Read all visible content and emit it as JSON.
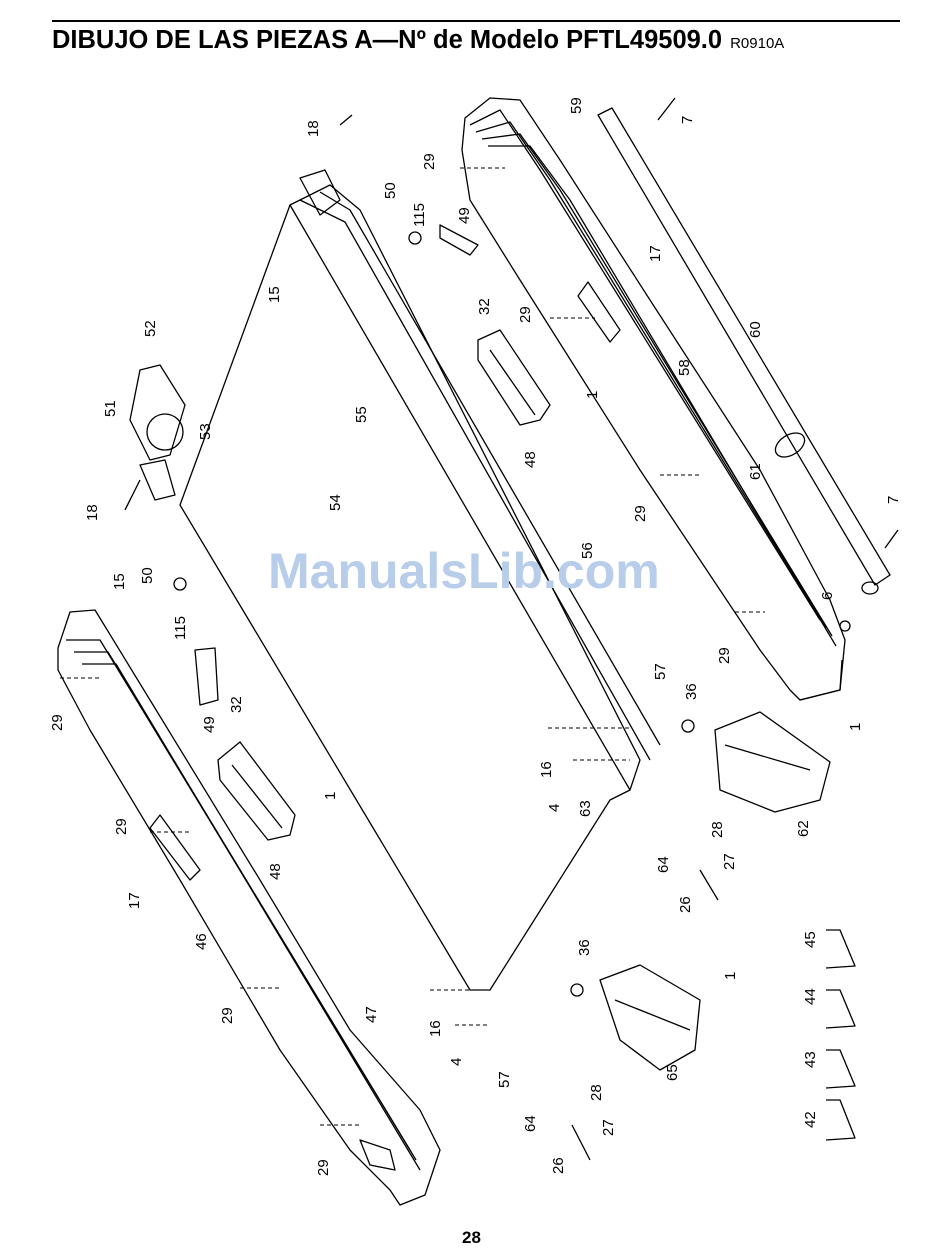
{
  "header": {
    "title": "DIBUJO DE LAS PIEZAS A—Nº de Modelo PFTL49509.0",
    "code": "R0910A"
  },
  "watermark": "ManualsLib.com",
  "page_number": "28",
  "part_labels": {
    "p1a": "1",
    "p1b": "1",
    "p1c": "1",
    "p1d": "1",
    "p4a": "4",
    "p4b": "4",
    "p6": "6",
    "p7a": "7",
    "p7b": "7",
    "p15a": "15",
    "p15b": "15",
    "p16a": "16",
    "p16b": "16",
    "p17a": "17",
    "p17b": "17",
    "p18a": "18",
    "p18b": "18",
    "p26a": "26",
    "p26b": "26",
    "p27a": "27",
    "p27b": "27",
    "p28a": "28",
    "p28b": "28",
    "p29a": "29",
    "p29b": "29",
    "p29c": "29",
    "p29d": "29",
    "p29e": "29",
    "p29f": "29",
    "p29g": "29",
    "p32a": "32",
    "p32b": "32",
    "p36a": "36",
    "p36b": "36",
    "p42": "42",
    "p43": "43",
    "p44": "44",
    "p45": "45",
    "p46": "46",
    "p47": "47",
    "p48a": "48",
    "p48b": "48",
    "p49a": "49",
    "p49b": "49",
    "p50a": "50",
    "p50b": "50",
    "p51": "51",
    "p52": "52",
    "p53": "53",
    "p54": "54",
    "p55": "55",
    "p56": "56",
    "p57a": "57",
    "p57b": "57",
    "p58": "58",
    "p59": "59",
    "p60": "60",
    "p61": "61",
    "p62": "62",
    "p63": "63",
    "p64a": "64",
    "p64b": "64",
    "p65": "65",
    "p115a": "115",
    "p115b": "115"
  }
}
